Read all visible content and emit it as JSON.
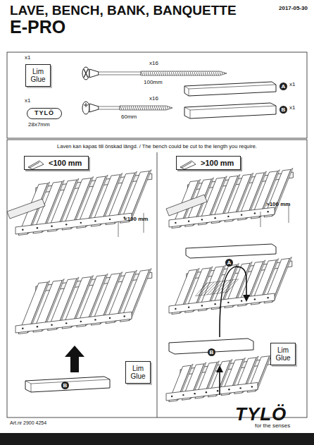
{
  "diagram": {
    "title": "LAVE, BENCH, BANK, BANQUETTE",
    "nodes": [
      {
        "text": [
          "Lim Glue"
        ]
      },
      {
        "text": [
          "TYLÖ"
        ]
      },
      {
        "text": [
          "<100 mm"
        ]
      },
      {
        "text": [
          ">100 mm"
        ]
      },
      {
        "text": [
          "Lim Glue"
        ]
      },
      {
        "text": [
          "Lim Glue"
        ]
      }
    ],
    "labels": [
      "2017-05-30",
      "E-PRO",
      "x1",
      "x16",
      "100mm",
      "A",
      "x1",
      "x1",
      "28x7mm",
      "x16",
      "60mm",
      "B",
      "x1",
      "Laven kan kapas till önskad längd. / The bench could be cut to the length you require.",
      "<100 mm",
      "B",
      ">100 mm",
      "A",
      "B",
      "Art.nr 2900 4254",
      "TYLÖ",
      "for the senses"
    ]
  }
}
